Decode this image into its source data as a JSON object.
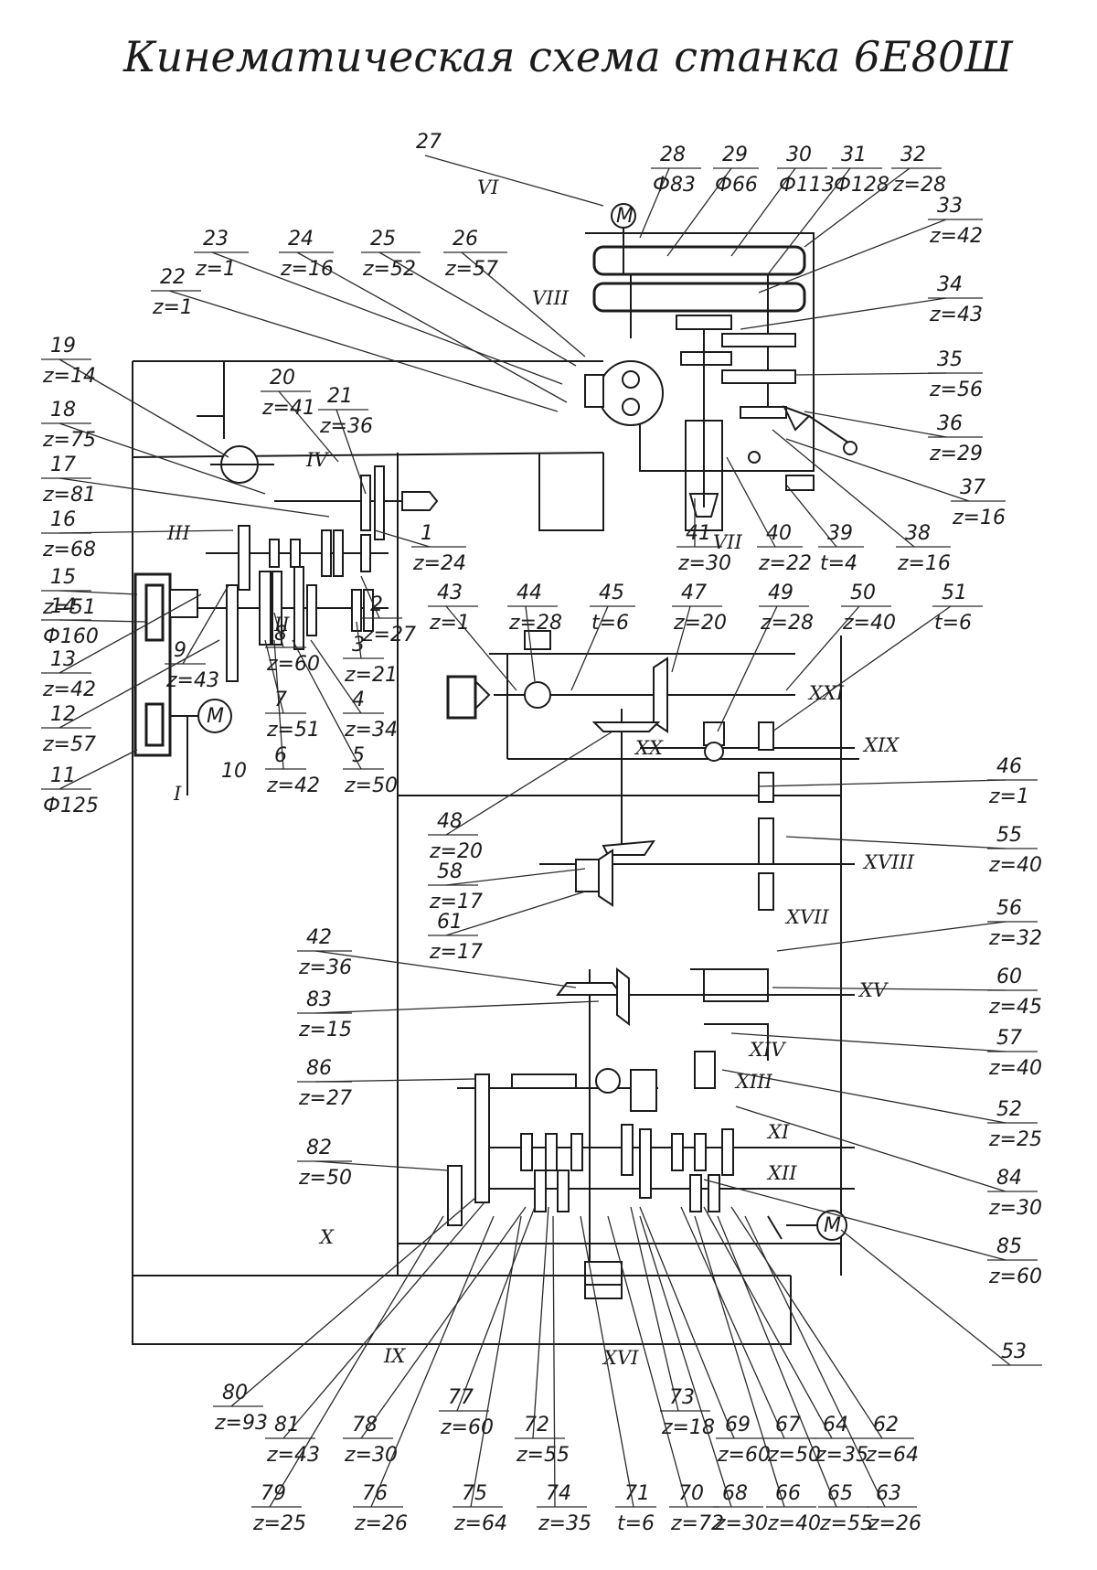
{
  "title": "Кинематическая схема станка 6Е80Ш",
  "callouts": [
    {
      "num": "27",
      "spec": ""
    },
    {
      "num": "28",
      "spec": "Ф83"
    },
    {
      "num": "29",
      "spec": "Ф66"
    },
    {
      "num": "30",
      "spec": "Ф113"
    },
    {
      "num": "31",
      "spec": "Ф128"
    },
    {
      "num": "32",
      "spec": "z=28"
    },
    {
      "num": "33",
      "spec": "z=42"
    },
    {
      "num": "34",
      "spec": "z=43"
    },
    {
      "num": "35",
      "spec": "z=56"
    },
    {
      "num": "36",
      "spec": "z=29"
    },
    {
      "num": "37",
      "spec": "z=16"
    },
    {
      "num": "38",
      "spec": "z=16"
    },
    {
      "num": "39",
      "spec": "t=4"
    },
    {
      "num": "40",
      "spec": "z=22"
    },
    {
      "num": "41",
      "spec": "z=30"
    },
    {
      "num": "26",
      "spec": "z=57"
    },
    {
      "num": "25",
      "spec": "z=52"
    },
    {
      "num": "24",
      "spec": "z=16"
    },
    {
      "num": "23",
      "spec": "z=1"
    },
    {
      "num": "22",
      "spec": "z=1"
    },
    {
      "num": "19",
      "spec": "z=14"
    },
    {
      "num": "20",
      "spec": "z=41"
    },
    {
      "num": "21",
      "spec": "z=36"
    },
    {
      "num": "18",
      "spec": "z=75"
    },
    {
      "num": "17",
      "spec": "z=81"
    },
    {
      "num": "16",
      "spec": "z=68"
    },
    {
      "num": "15",
      "spec": "z=51"
    },
    {
      "num": "14",
      "spec": "Ф160"
    },
    {
      "num": "13",
      "spec": "z=42"
    },
    {
      "num": "12",
      "spec": "z=57"
    },
    {
      "num": "11",
      "spec": "Ф125"
    },
    {
      "num": "1",
      "spec": "z=24"
    },
    {
      "num": "2",
      "spec": "z=27"
    },
    {
      "num": "3",
      "spec": "z=21"
    },
    {
      "num": "4",
      "spec": "z=34"
    },
    {
      "num": "5",
      "spec": "z=50"
    },
    {
      "num": "6",
      "spec": "z=42"
    },
    {
      "num": "7",
      "spec": "z=51"
    },
    {
      "num": "8",
      "spec": "z=60"
    },
    {
      "num": "9",
      "spec": "z=43"
    },
    {
      "num": "10",
      "spec": ""
    },
    {
      "num": "43",
      "spec": "z=1"
    },
    {
      "num": "44",
      "spec": "z=28"
    },
    {
      "num": "45",
      "spec": "t=6"
    },
    {
      "num": "47",
      "spec": "z=20"
    },
    {
      "num": "49",
      "spec": "z=28"
    },
    {
      "num": "50",
      "spec": "z=40"
    },
    {
      "num": "51",
      "spec": "t=6"
    },
    {
      "num": "46",
      "spec": "z=1"
    },
    {
      "num": "55",
      "spec": "z=40"
    },
    {
      "num": "56",
      "spec": "z=32"
    },
    {
      "num": "60",
      "spec": "z=45"
    },
    {
      "num": "57",
      "spec": "z=40"
    },
    {
      "num": "52",
      "spec": "z=25"
    },
    {
      "num": "84",
      "spec": "z=30"
    },
    {
      "num": "85",
      "spec": "z=60"
    },
    {
      "num": "53",
      "spec": ""
    },
    {
      "num": "48",
      "spec": "z=20"
    },
    {
      "num": "58",
      "spec": "z=17"
    },
    {
      "num": "61",
      "spec": "z=17"
    },
    {
      "num": "42",
      "spec": "z=36"
    },
    {
      "num": "83",
      "spec": "z=15"
    },
    {
      "num": "86",
      "spec": "z=27"
    },
    {
      "num": "82",
      "spec": "z=50"
    },
    {
      "num": "80",
      "spec": "z=93"
    },
    {
      "num": "81",
      "spec": "z=43"
    },
    {
      "num": "78",
      "spec": "z=30"
    },
    {
      "num": "77",
      "spec": "z=60"
    },
    {
      "num": "72",
      "spec": "z=55"
    },
    {
      "num": "73",
      "spec": "z=18"
    },
    {
      "num": "69",
      "spec": "z=60"
    },
    {
      "num": "67",
      "spec": "z=50"
    },
    {
      "num": "64",
      "spec": "z=35"
    },
    {
      "num": "62",
      "spec": "z=64"
    },
    {
      "num": "79",
      "spec": "z=25"
    },
    {
      "num": "76",
      "spec": "z=26"
    },
    {
      "num": "75",
      "spec": "z=64"
    },
    {
      "num": "74",
      "spec": "z=35"
    },
    {
      "num": "71",
      "spec": "t=6"
    },
    {
      "num": "70",
      "spec": "z=72"
    },
    {
      "num": "68",
      "spec": "z=30"
    },
    {
      "num": "66",
      "spec": "z=40"
    },
    {
      "num": "65",
      "spec": "z=55"
    },
    {
      "num": "63",
      "spec": "z=26"
    }
  ],
  "shafts": [
    "VI",
    "VIII",
    "IV",
    "III",
    "II",
    "I",
    "XXI",
    "XIX",
    "XX",
    "XVIII",
    "XVII",
    "XV",
    "XIV",
    "XIII",
    "XI",
    "XII",
    "X",
    "IX",
    "VII",
    "XVI"
  ],
  "motor_symbol": "M"
}
